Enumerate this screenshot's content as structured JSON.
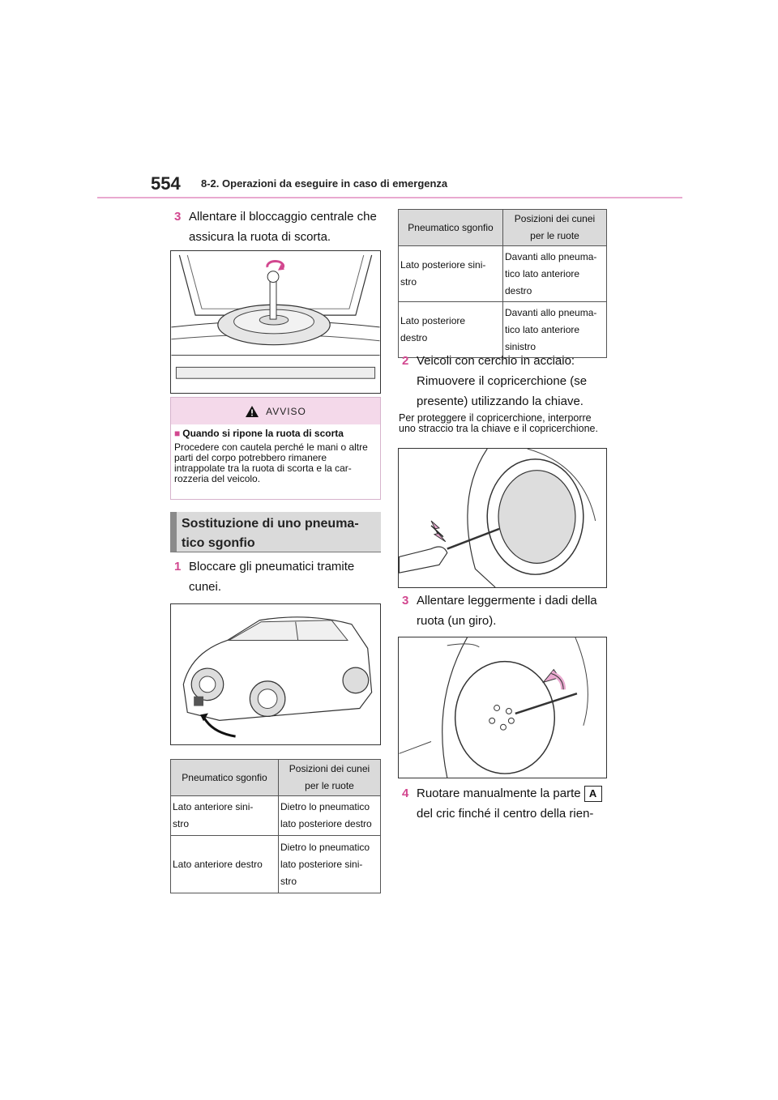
{
  "header": {
    "page_number": "554",
    "chapter": "8-2. Operazioni da eseguire in caso di emergenza"
  },
  "left": {
    "step3": {
      "num": "3",
      "text_line1": "Allentare il bloccaggio centrale che",
      "text_line2": "assicura la ruota di scorta."
    },
    "warning": {
      "title": "AVVISO",
      "subtitle": "Quando si ripone la ruota di scorta",
      "body": "Procedere con cautela perché le mani o altre parti del corpo potrebbero rimanere intrappolate tra la ruota di scorta e la car-rozzeria del veicolo."
    },
    "section_title_line1": "Sostituzione di uno pneuma-",
    "section_title_line2": "tico sgonfio",
    "step1": {
      "num": "1",
      "text_line1": "Bloccare gli pneumatici tramite",
      "text_line2": "cunei."
    },
    "table": {
      "col1": "Pneumatico sgonfio",
      "col2_line1": "Posizioni dei cunei",
      "col2_line2": "per le ruote",
      "rows": [
        {
          "a1": "Lato anteriore sini-",
          "a2": "stro",
          "b1": "Dietro lo pneumatico",
          "b2": "lato posteriore destro",
          "b3": ""
        },
        {
          "a1": "Lato anteriore destro",
          "a2": "",
          "b1": "Dietro lo pneumatico",
          "b2": "lato posteriore sini-",
          "b3": "stro"
        }
      ]
    }
  },
  "right": {
    "table": {
      "col1": "Pneumatico sgonfio",
      "col2_line1": "Posizioni dei cunei",
      "col2_line2": "per le ruote",
      "rows": [
        {
          "a1": "Lato posteriore sini-",
          "a2": "stro",
          "b1": "Davanti allo pneuma-",
          "b2": "tico lato anteriore",
          "b3": "destro"
        },
        {
          "a1": "Lato posteriore",
          "a2": "destro",
          "b1": "Davanti allo pneuma-",
          "b2": "tico lato anteriore",
          "b3": "sinistro"
        }
      ]
    },
    "step2": {
      "num": "2",
      "line1": "Veicoli con cerchio in acciaio:",
      "line2": "Rimuovere il copricerchione (se",
      "line3": "presente) utilizzando la chiave."
    },
    "note_line1": "Per proteggere il copricerchione, interporre",
    "note_line2": "uno straccio tra la chiave e il copricerchione.",
    "step3": {
      "num": "3",
      "line1": "Allentare leggermente i dadi della",
      "line2": "ruota (un giro)."
    },
    "step4": {
      "num": "4",
      "line1": "Ruotare manualmente la parte",
      "label": "A",
      "line2": "del cric finché il centro della rien-"
    }
  },
  "colors": {
    "accent": "#d2478f",
    "header_rule": "#e9a9cf",
    "warning_bg": "#f4d9ea",
    "table_header_bg": "#dadada"
  }
}
